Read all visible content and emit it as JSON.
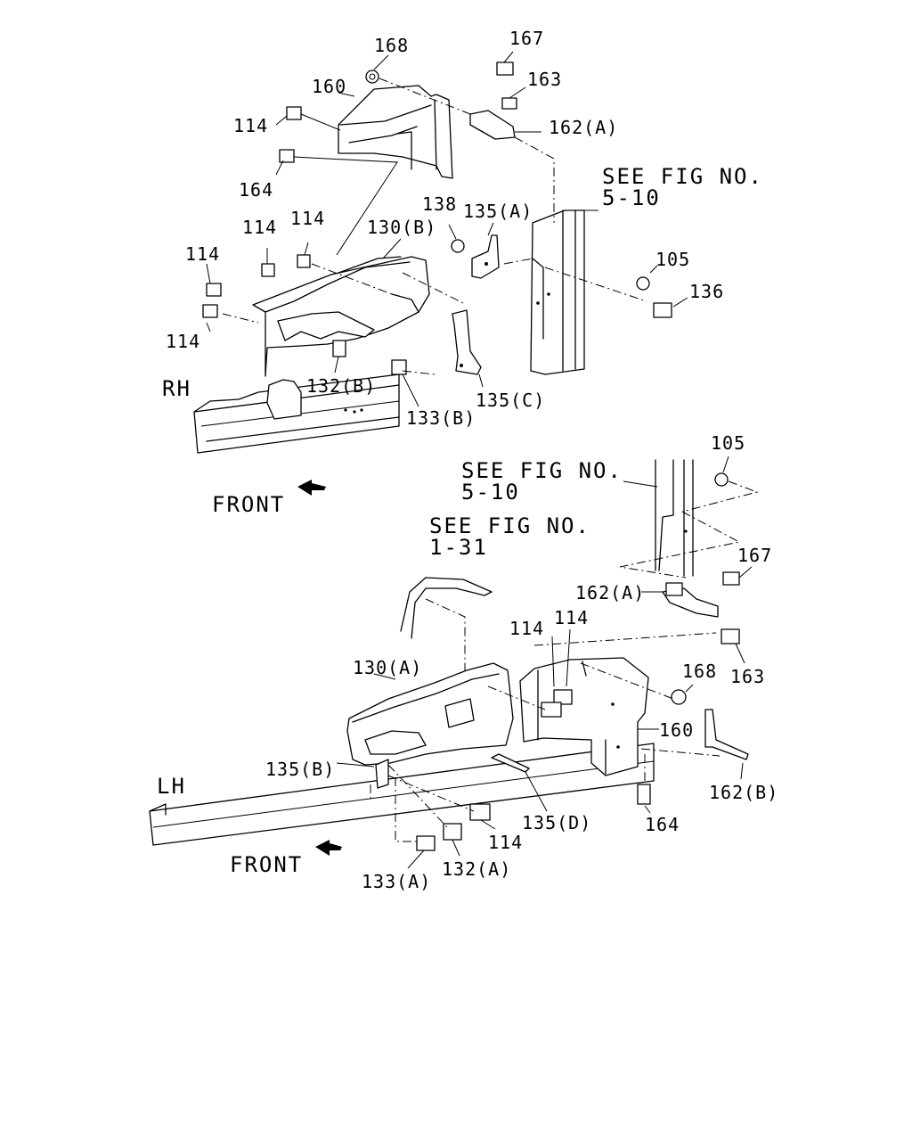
{
  "top_view": {
    "side_label": "RH",
    "front_label": "FRONT",
    "see_fig": {
      "line1": "SEE FIG NO.",
      "line2": "5-10"
    },
    "callouts": {
      "c168": "168",
      "c167": "167",
      "c163": "163",
      "c160": "160",
      "c162a": "162(A)",
      "c114_a": "114",
      "c164": "164",
      "c138": "138",
      "c135a": "135(A)",
      "c130b": "130(B)",
      "c114_b": "114",
      "c114_c": "114",
      "c114_d": "114",
      "c114_e": "114",
      "c105": "105",
      "c136": "136",
      "c132b": "132(B)",
      "c133b": "133(B)",
      "c135c": "135(C)"
    }
  },
  "bottom_view": {
    "side_label": "LH",
    "front_label": "FRONT",
    "see_fig_a": {
      "line1": "SEE FIG NO.",
      "line2": "5-10"
    },
    "see_fig_b": {
      "line1": "SEE FIG NO.",
      "line2": "1-31"
    },
    "callouts": {
      "c105": "105",
      "c167": "167",
      "c162a": "162(A)",
      "c114_a": "114",
      "c114_b": "114",
      "c168": "168",
      "c163": "163",
      "c130a": "130(A)",
      "c160": "160",
      "c135b": "135(B)",
      "c162b": "162(B)",
      "c164": "164",
      "c135d": "135(D)",
      "c114_c": "114",
      "c132a": "132(A)",
      "c133a": "133(A)"
    }
  }
}
